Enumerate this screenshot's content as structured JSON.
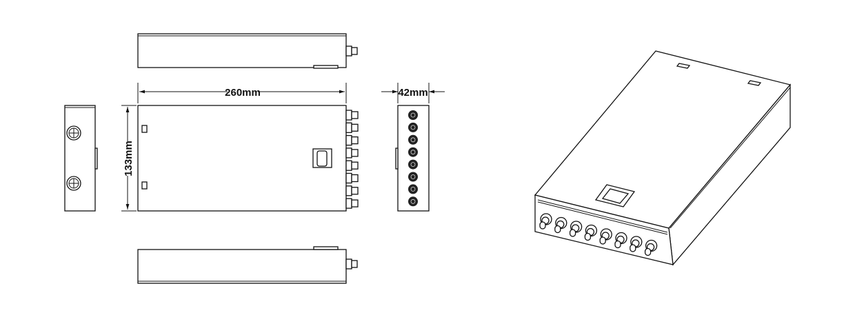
{
  "drawing": {
    "dimensions": {
      "length": "260mm",
      "width": "133mm",
      "height": "42mm"
    },
    "connector_count": 8,
    "views": [
      "top-view",
      "left-end-view",
      "front-view",
      "right-end-view",
      "bottom-view",
      "isometric-view"
    ],
    "line_color": "#111111"
  }
}
